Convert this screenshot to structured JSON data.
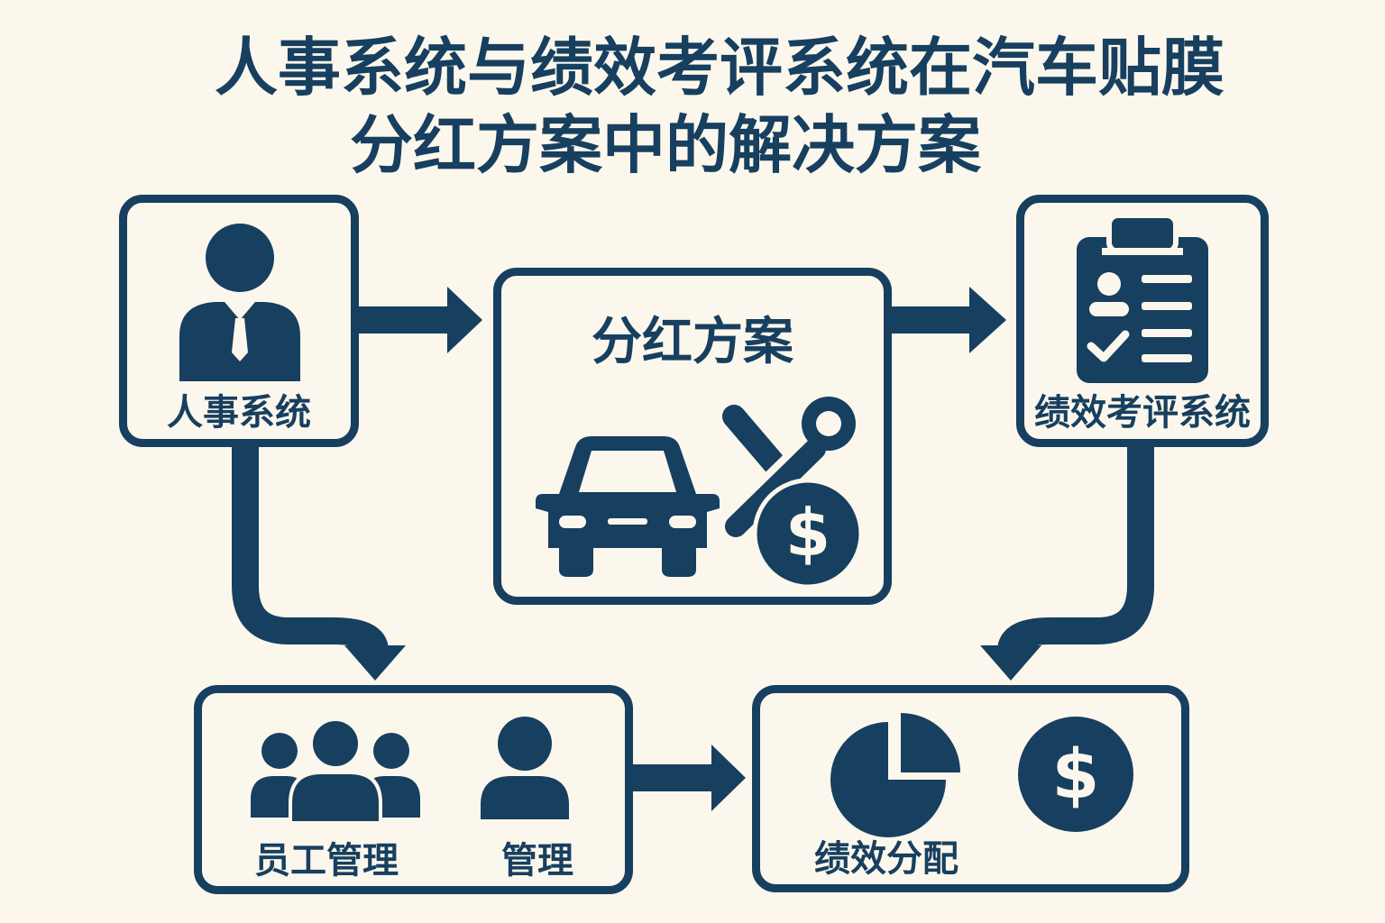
{
  "title": {
    "line1": "人事系统与绩效考评系统在汽车贴膜",
    "line2": "分红方案中的解决方案"
  },
  "nodes": {
    "hr_system": {
      "label": "人事系统",
      "icon": "businessman-icon"
    },
    "dividend_plan": {
      "label": "分红方案",
      "icons": [
        "car-icon",
        "wrench-icon",
        "dollar-coin-icon"
      ]
    },
    "performance_system": {
      "label": "绩效考评系统",
      "icon": "clipboard-checklist-icon"
    },
    "staff_management": {
      "labels": [
        "员工管理",
        "管理"
      ],
      "icons": [
        "group-icon",
        "person-icon"
      ]
    },
    "performance_allocation": {
      "label": "绩效分配",
      "icons": [
        "pie-chart-icon",
        "dollar-coin-icon"
      ]
    }
  },
  "colors": {
    "primary": "#173f5f",
    "background": "#fcf7ec"
  }
}
